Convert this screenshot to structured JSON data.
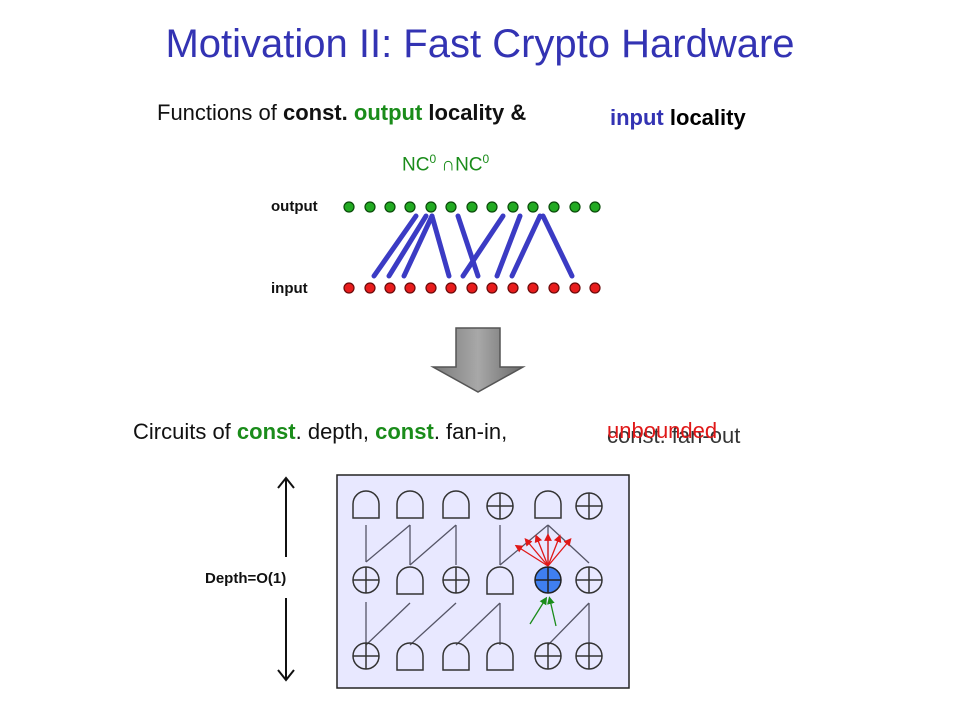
{
  "title": "Motivation II: Fast Crypto Hardware",
  "functions_line": {
    "prefix": "Functions of ",
    "const": "const.",
    "output": "output",
    "locality_amp": "locality &",
    "input": "input",
    "locality": "locality"
  },
  "nc_label": {
    "a": "NC",
    "a_sup": "0",
    "cap": "∩",
    "b": "NC",
    "b_sup": "0"
  },
  "row_labels": {
    "output": "output",
    "input": "input"
  },
  "circuits_line": {
    "prefix": "Circuits of ",
    "const1": "const",
    "depth": ". depth, ",
    "const2": "const",
    "fanin": ". fan-in,",
    "fanout_overlay": "unbounded",
    "fanout_text": "const. fan-out"
  },
  "depth_label": "Depth=O(1)",
  "colors": {
    "title": "#3333b3",
    "green": "#1a8c1a",
    "red": "#e01818",
    "blue_line": "#3b3bc4",
    "panel_bg": "#e8e8ff"
  }
}
